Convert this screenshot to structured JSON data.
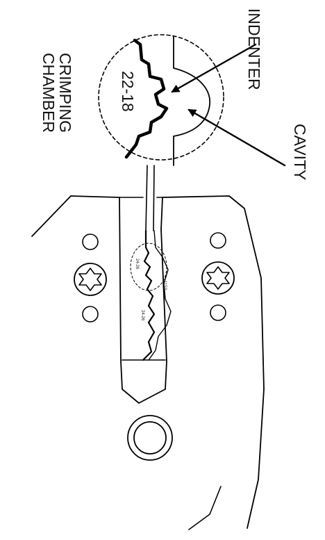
{
  "labels": {
    "indenter": "INDENTER",
    "cavity": "CAVITY",
    "crimping_line1": "CRIMPING",
    "crimping_line2": "CHAMBER",
    "wire_range": "22-18"
  },
  "die_markings": {
    "left_a": "24-26",
    "left_b": "24-26",
    "right": "1153"
  },
  "colors": {
    "ink": "#000000",
    "background": "#ffffff"
  }
}
